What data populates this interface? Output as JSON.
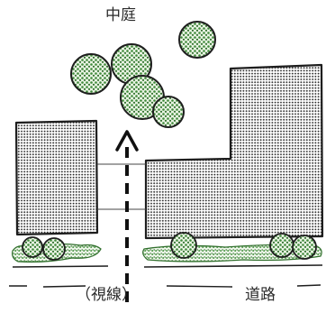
{
  "labels": {
    "courtyard": "中庭",
    "sightline": "（視線）",
    "road": "道路"
  },
  "colors": {
    "ink": "#1e1e1e",
    "tree_fill": "#3f8a3a",
    "tree_light": "#e8f3e2",
    "building_dot": "#2a2a2a"
  }
}
